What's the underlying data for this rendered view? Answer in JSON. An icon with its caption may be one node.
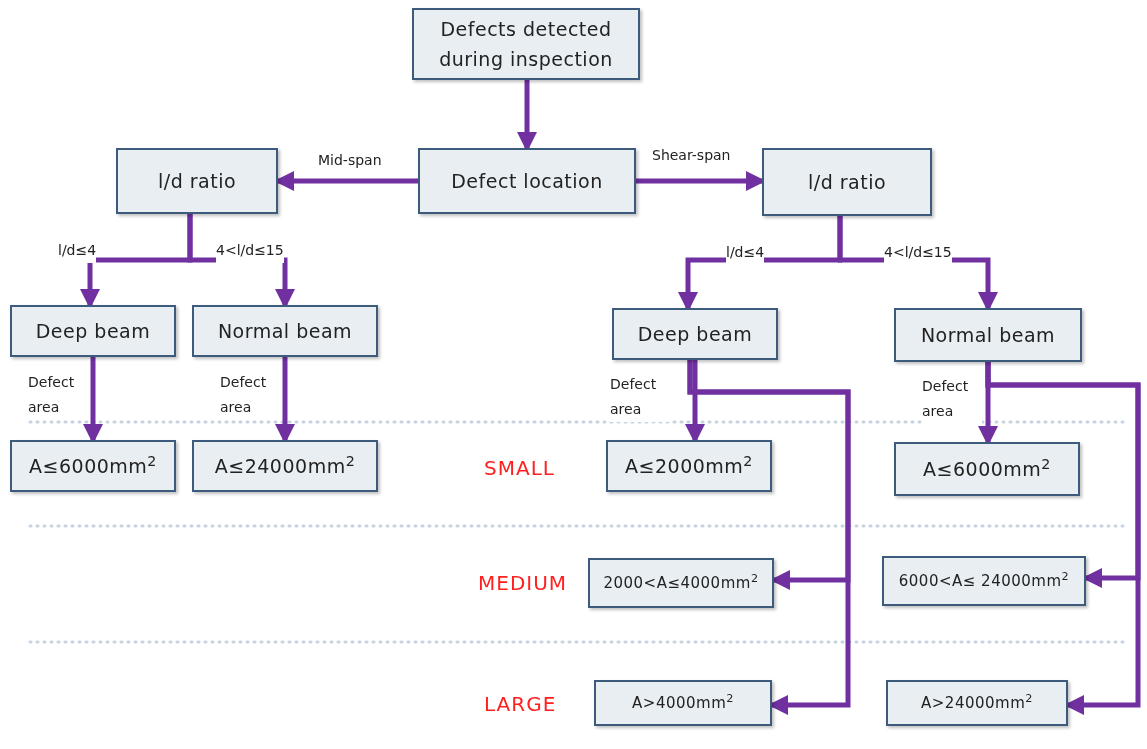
{
  "diagram": {
    "nodes": [
      {
        "text": [
          "Defects detected during inspection"
        ]
      },
      {
        "text": [
          "Defect location"
        ]
      },
      {
        "text": [
          "l/d ratio"
        ]
      },
      {
        "text": [
          "l/d ratio"
        ]
      },
      {
        "text": [
          "Deep beam"
        ]
      },
      {
        "text": [
          "Normal beam"
        ]
      },
      {
        "text": [
          "Deep beam"
        ]
      },
      {
        "text": [
          "Normal beam"
        ]
      },
      {
        "text": [
          "A≤6000mm$^{2}$"
        ]
      },
      {
        "text": [
          "A≤24000mm$^{2}$"
        ]
      },
      {
        "text": [
          "A≤2000mm$^{2}$"
        ]
      },
      {
        "text": [
          "A≤6000mm$^{2}$"
        ]
      },
      {
        "text": [
          "2000<A≤4000mm$^{2}$"
        ]
      },
      {
        "text": [
          "6000<A≤ 24000mm$^{2}$"
        ]
      },
      {
        "text": [
          "A>4000mm$^{2}$"
        ]
      },
      {
        "text": [
          "A>24000mm$^{2}$"
        ]
      }
    ],
    "edges": [
      {
        "from": 0,
        "to": 1,
        "arrow": "to"
      },
      {
        "from": 1,
        "to": 2,
        "arrow": "to",
        "label": "Mid-span"
      },
      {
        "from": 1,
        "to": 3,
        "arrow": "to",
        "label": "Shear-span"
      },
      {
        "from": 2,
        "to": 4,
        "arrow": "to",
        "label": "l/d≤4"
      },
      {
        "from": 2,
        "to": 5,
        "arrow": "to",
        "label": "4<l/d≤15"
      },
      {
        "from": 3,
        "to": 6,
        "arrow": "to",
        "label": "l/d≤4"
      },
      {
        "from": 3,
        "to": 7,
        "arrow": "to",
        "label": "4<l/d≤15"
      },
      {
        "from": 4,
        "to": 8,
        "arrow": "to",
        "label": "Defect area"
      },
      {
        "from": 5,
        "to": 9,
        "arrow": "to",
        "label": "Defect area"
      },
      {
        "from": 6,
        "to": 10,
        "arrow": "to",
        "label": "Defect area"
      },
      {
        "from": 7,
        "to": 11,
        "arrow": "to",
        "label": "Defect area"
      },
      {
        "from": 6,
        "to": 12,
        "arrow": "to"
      },
      {
        "from": 6,
        "to": 14,
        "arrow": "to"
      },
      {
        "from": 7,
        "to": 13,
        "arrow": "to"
      },
      {
        "from": 7,
        "to": 15,
        "arrow": "to"
      }
    ],
    "labels": [
      "SMALL",
      "MEDIUM",
      "LARGE"
    ]
  }
}
